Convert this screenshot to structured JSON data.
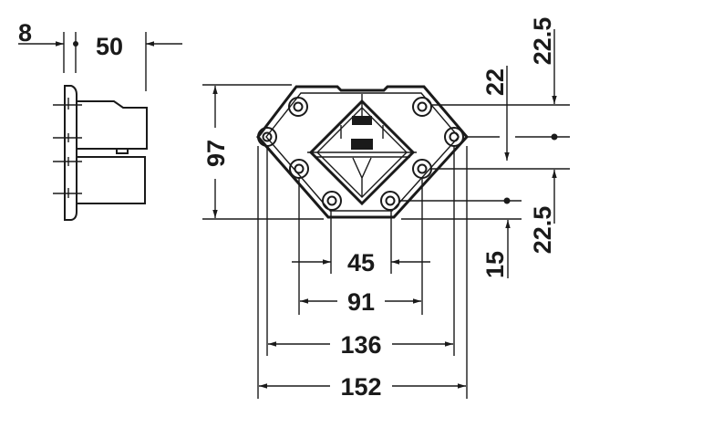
{
  "drawing": {
    "side_view": {
      "dim_thickness": "8",
      "dim_depth": "50"
    },
    "plan_view": {
      "dim_height": "97",
      "dim_45": "45",
      "dim_91": "91",
      "dim_136": "136",
      "dim_152": "152",
      "dim_22": "22",
      "dim_22_5_top": "22.5",
      "dim_22_5_bottom": "22.5",
      "dim_15": "15"
    }
  },
  "colors": {
    "line": "#1a1a1a",
    "background": "#ffffff"
  }
}
